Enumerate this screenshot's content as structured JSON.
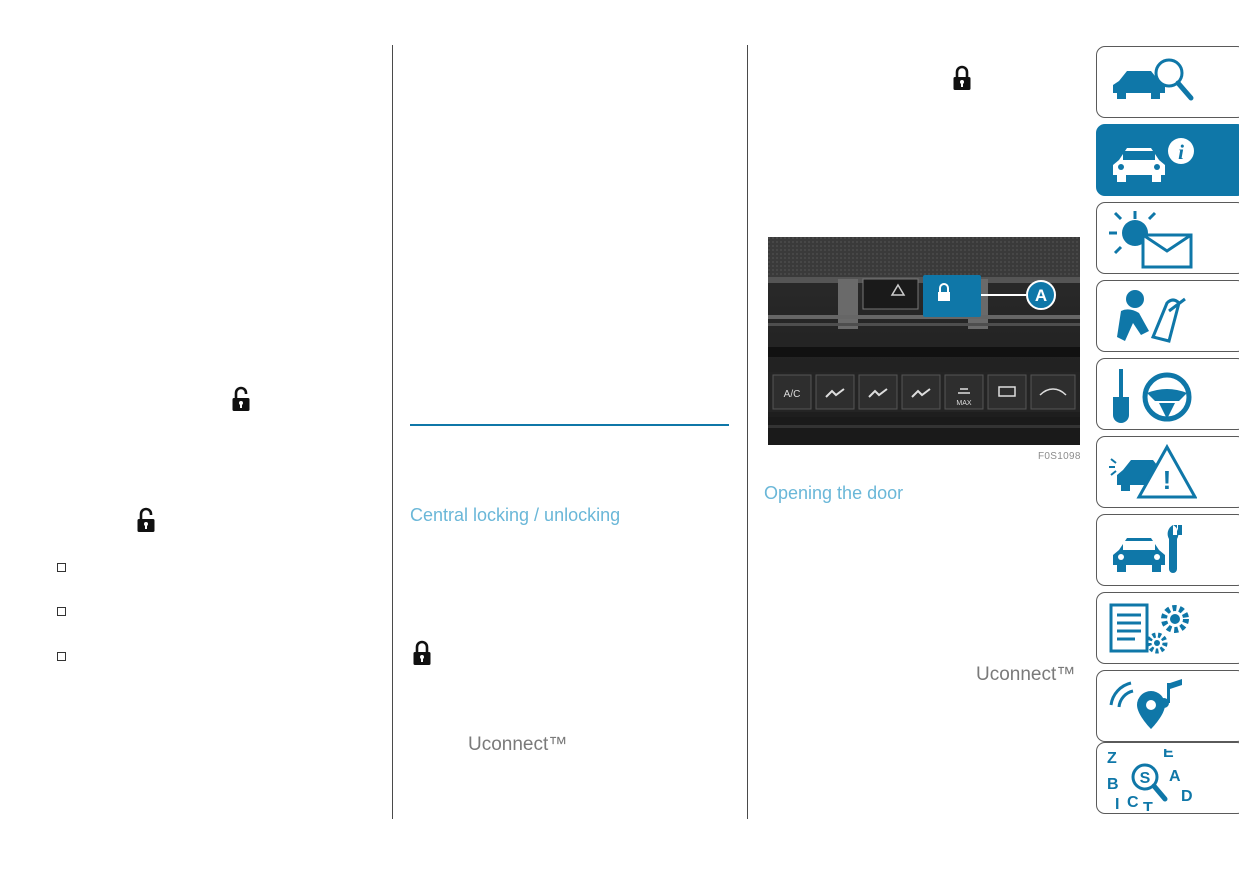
{
  "headings": {
    "central_locking": "Central locking / unlocking",
    "opening_door": "Opening the door"
  },
  "brand_refs": {
    "col2": "Uconnect™",
    "col3": "Uconnect™"
  },
  "figure": {
    "code": "F0S1098",
    "callout": "A"
  },
  "climate_panel": {
    "button_labels": [
      "A/C",
      "MAX"
    ]
  },
  "side_tabs": [
    {
      "icon": "car-search-icon"
    },
    {
      "icon": "car-info-icon",
      "active": true
    },
    {
      "icon": "warning-light-message-icon"
    },
    {
      "icon": "airbag-seat-icon"
    },
    {
      "icon": "key-steering-wheel-icon"
    },
    {
      "icon": "car-hazard-icon"
    },
    {
      "icon": "car-wrench-icon"
    },
    {
      "icon": "specs-gears-icon"
    },
    {
      "icon": "multimedia-icon"
    },
    {
      "icon": "alphabetical-index-icon"
    }
  ],
  "colors": {
    "accent": "#0f77a8",
    "heading": "#6ab7d8",
    "rule": "#4a4a4a"
  }
}
